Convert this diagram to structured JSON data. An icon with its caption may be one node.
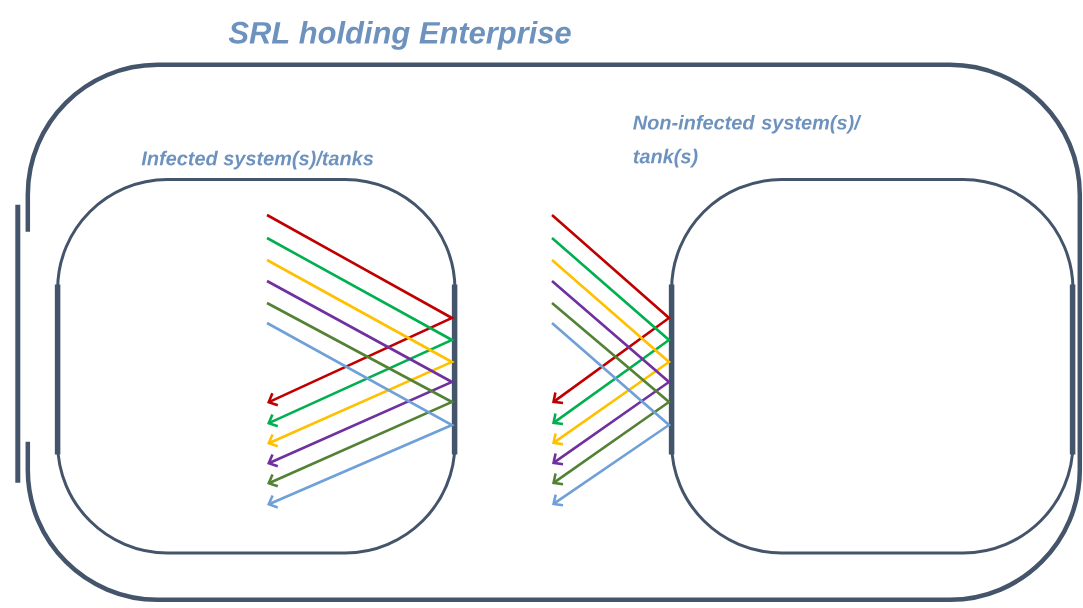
{
  "diagram": {
    "title": "SRL holding Enterprise",
    "nodes": [
      {
        "text": [],
        "shape": "box"
      },
      {
        "text": [
          "Infected system(s)/tanks"
        ],
        "in": 0
      },
      {
        "text": [
          "Non-infected system(s)/ tank(s)"
        ],
        "in": 0
      }
    ]
  }
}
